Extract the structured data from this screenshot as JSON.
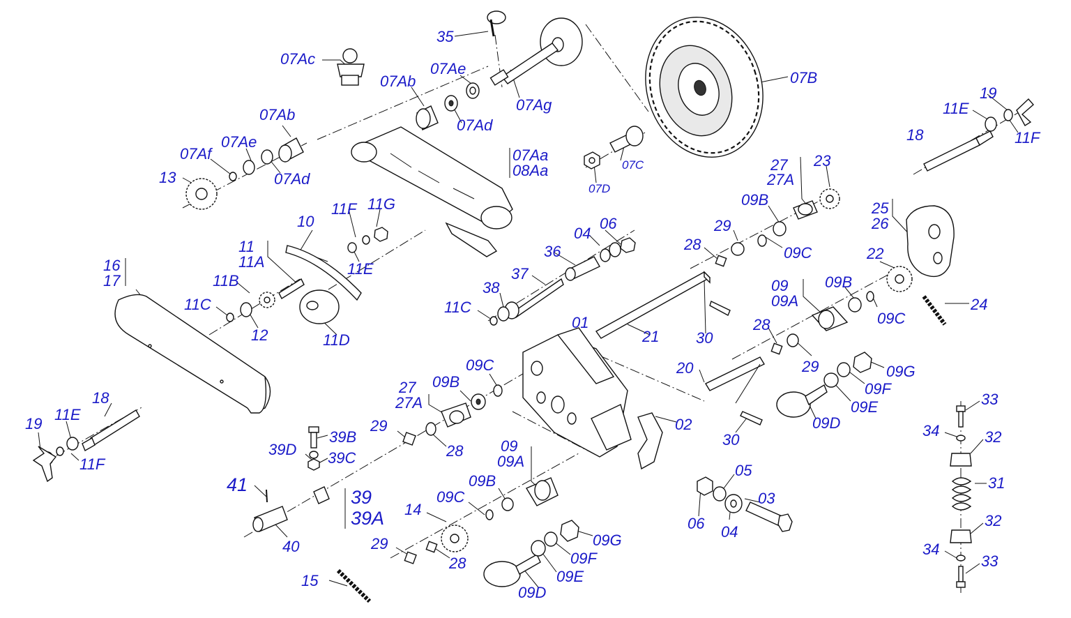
{
  "labels": {
    "l35": "35",
    "l07Ac": "07Ac",
    "l07Ab_top": "07Ab",
    "l07Ae_top": "07Ae",
    "l07Ad_top": "07Ad",
    "l07Ag": "07Ag",
    "l07B": "07B",
    "l07C": "07C",
    "l07D": "07D",
    "l07Ab_left": "07Ab",
    "l07Ae_left": "07Ae",
    "l07Af": "07Af",
    "l07Ad_left": "07Ad",
    "l13": "13",
    "l07Aa": "07Aa",
    "l08Aa": "08Aa",
    "l19_right": "19",
    "l11E_right": "11E",
    "l11F_right": "11F",
    "l18_right": "18",
    "l27_right": "27",
    "l27A_right": "27A",
    "l23": "23",
    "l09B_right": "09B",
    "l29_right": "29",
    "l28_right": "28",
    "l09C_right": "09C",
    "l25": "25",
    "l26": "26",
    "l22": "22",
    "l24": "24",
    "l09_right": "09",
    "l09A_right": "09A",
    "l09B_right2": "09B",
    "l09C_right2": "09C",
    "l28_mid": "28",
    "l29_mid": "29",
    "l09G_right": "09G",
    "l09F_right": "09F",
    "l09E_right": "09E",
    "l09D_right": "09D",
    "l21": "21",
    "l30_top": "30",
    "l20": "20",
    "l30_bottom": "30",
    "l04_top": "04",
    "l06_top": "06",
    "l36": "36",
    "l37": "37",
    "l38": "38",
    "l11C_mid": "11C",
    "l01": "01",
    "l02": "02",
    "l05": "05",
    "l03": "03",
    "l06_bottom": "06",
    "l04_bottom": "04",
    "l10": "10",
    "l11F_left": "11F",
    "l11G": "11G",
    "l11E_left": "11E",
    "l11": "11",
    "l11A": "11A",
    "l11B": "11B",
    "l11C_left": "11C",
    "l12": "12",
    "l11D": "11D",
    "l16": "16",
    "l17": "17",
    "l18_left": "18",
    "l19_left": "19",
    "l11E_left2": "11E",
    "l11F_left2": "11F",
    "l27_left": "27",
    "l27A_left": "27A",
    "l09B_mid": "09B",
    "l09C_mid": "09C",
    "l29_left": "29",
    "l28_left": "28",
    "l39B": "39B",
    "l39D": "39D",
    "l39C": "39C",
    "l39": "39",
    "l39A": "39A",
    "l41": "41",
    "l40": "40",
    "l09_bottom": "09",
    "l09A_bottom": "09A",
    "l09B_bottom": "09B",
    "l09C_bottom": "09C",
    "l14": "14",
    "l29_bottom": "29",
    "l28_bottom": "28",
    "l09G_bottom": "09G",
    "l09F_bottom": "09F",
    "l09E_bottom": "09E",
    "l09D_bottom": "09D",
    "l15": "15",
    "l33_top": "33",
    "l34_top": "34",
    "l32_top": "32",
    "l31": "31",
    "l32_bottom": "32",
    "l34_bottom": "34",
    "l33_bottom": "33"
  },
  "colors": {
    "label": "#1a1ac8",
    "line": "#111111"
  }
}
